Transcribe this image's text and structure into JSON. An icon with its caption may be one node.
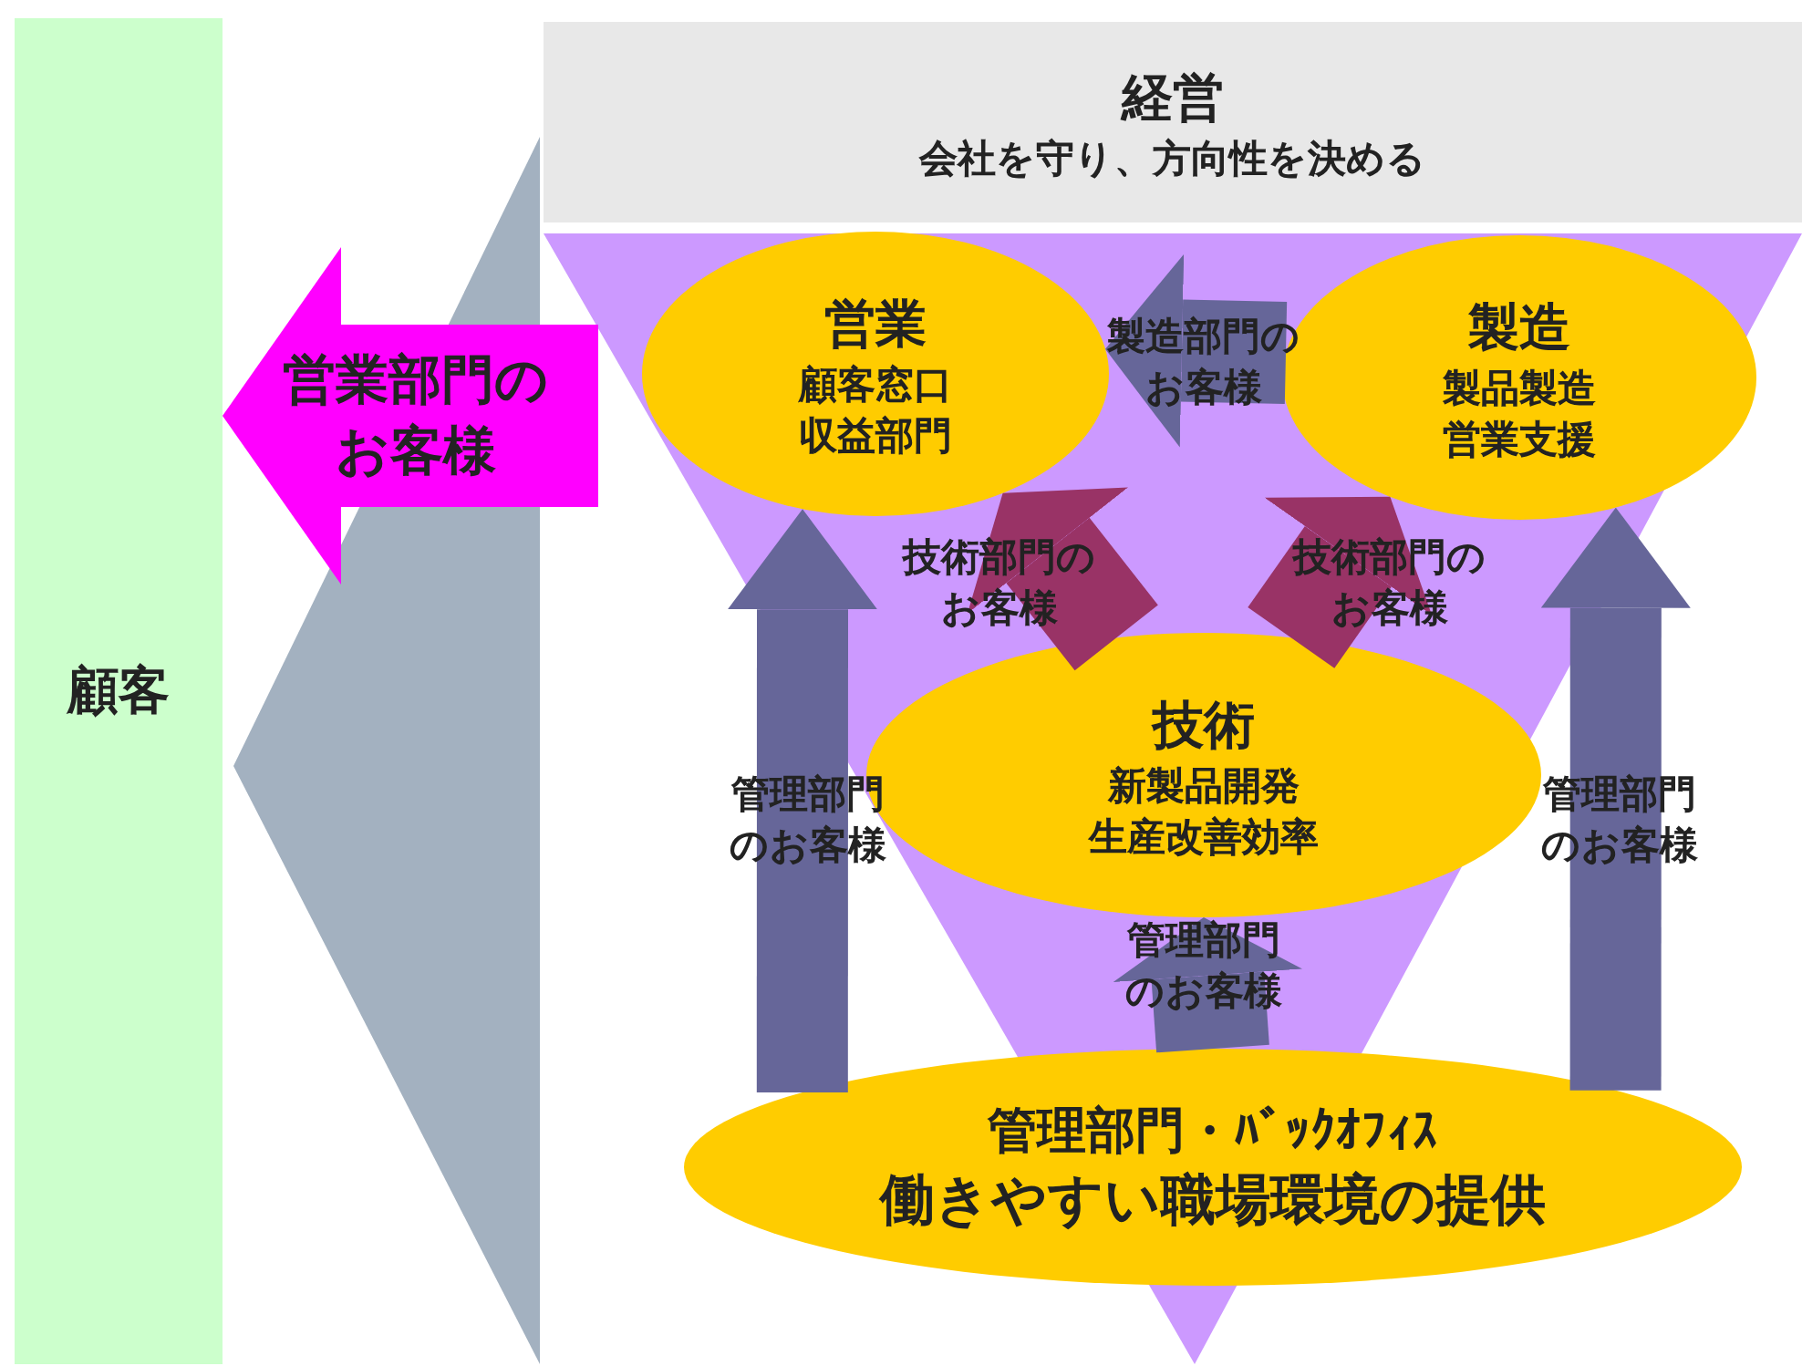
{
  "diagram": {
    "nodes": [
      {
        "text": [
          "顧客"
        ]
      },
      {
        "text": [
          "経営",
          "会社を守り、方向性を決める"
        ]
      },
      {
        "text": [
          "営業",
          "顧客窓口",
          "収益部門"
        ]
      },
      {
        "text": [
          "製造",
          "製品製造",
          "営業支援"
        ]
      },
      {
        "text": [
          "技術",
          "新製品開発",
          "生産改善効率"
        ]
      },
      {
        "text": [
          "管理部門・ﾊﾞｯｸｵﾌｨｽ",
          "働きやすい職場環境の提供"
        ]
      }
    ],
    "edges": [
      {
        "from": null,
        "to": 0,
        "arrow": "to",
        "label": "営業部門のお客様",
        "color": "#ff00ff"
      },
      {
        "from": 3,
        "to": 2,
        "arrow": "to",
        "label": "製造部門のお客様"
      },
      {
        "from": 4,
        "to": 2,
        "arrow": "to",
        "label": "技術部門のお客様",
        "color": "#993366"
      },
      {
        "from": 4,
        "to": 3,
        "arrow": "to",
        "label": "技術部門のお客様",
        "color": "#993366"
      },
      {
        "from": 5,
        "to": 4,
        "arrow": "to",
        "label": "管理部門のお客様"
      },
      {
        "from": 5,
        "to": 2,
        "arrow": "to",
        "label": "管理部門のお客様"
      },
      {
        "from": 5,
        "to": 3,
        "arrow": "to",
        "label": "管理部門のお客様"
      }
    ]
  }
}
